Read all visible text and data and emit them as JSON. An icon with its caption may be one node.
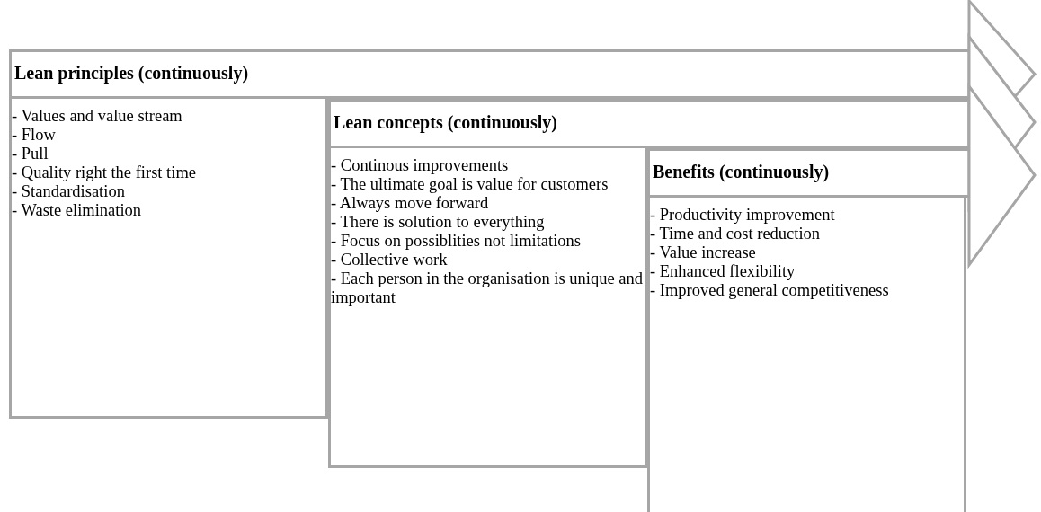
{
  "diagram": {
    "nodes": [
      {
        "text": [
          "Lean principles (continuously)"
        ]
      },
      {
        "text": [
          "- Values and value stream",
          "- Flow",
          "- Pull",
          "- Quality right the first time",
          "- Standardisation",
          "- Waste elimination"
        ]
      },
      {
        "text": [
          "Lean concepts (continuously)"
        ]
      },
      {
        "text": [
          "- Continous improvements",
          "- The ultimate goal is value for customers",
          "- Always move forward",
          "- There is solution to everything",
          "- Focus on possiblities not limitations",
          "- Collective work",
          "- Each person in the organisation is unique and important"
        ]
      },
      {
        "text": [
          "Benefits (continuously)"
        ]
      },
      {
        "text": [
          "- Productivity improvement",
          "- Time and cost reduction",
          "- Value increase",
          "- Enhanced flexibility",
          "- Improved general competitiveness"
        ]
      }
    ]
  }
}
